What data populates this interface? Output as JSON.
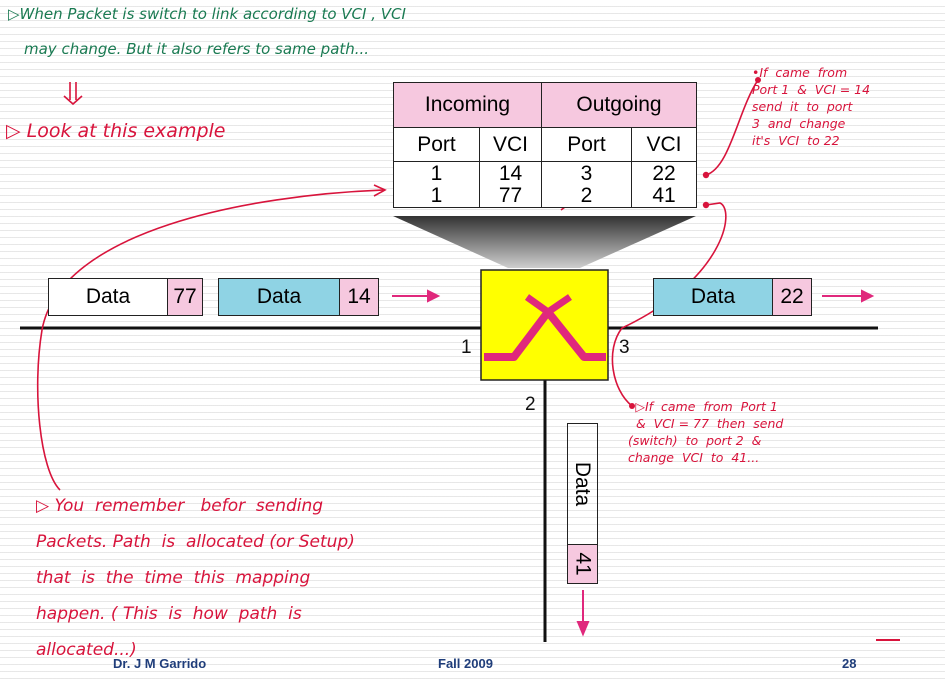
{
  "notes": {
    "line1": "▷When  Packet  is  switch  to  link  according to  VCI , VCI",
    "line2": "may  change. But  it  also  refers  to  same  path...",
    "look": "▷ Look  at  this  example",
    "right_top": "•If  came  from\nPort 1  &  VCI = 14\nsend  it  to  port\n3  and  change\nit's  VCI  to 22",
    "right_bottom": "•▷If  came  from  Port 1\n  &  VCI = 77  then  send\n(switch)  to  port 2  &\nchange  VCI  to  41...",
    "left_bottom": "▷ You  remember   befor  sending\nPackets. Path  is  allocated (or Setup)\nthat  is  the  time  this  mapping\nhappen. ( This  is  how  path  is\nallocated...)"
  },
  "table": {
    "incoming": "Incoming",
    "outgoing": "Outgoing",
    "port": "Port",
    "vci": "VCI",
    "rows": [
      {
        "in_port": "1",
        "in_vci": "14",
        "out_port": "3",
        "out_vci": "22"
      },
      {
        "in_port": "1",
        "in_vci": "77",
        "out_port": "2",
        "out_vci": "41"
      }
    ]
  },
  "packets": {
    "data": "Data",
    "left_far_vci": "77",
    "left_near_vci": "14",
    "right_vci": "22",
    "down_vci": "41"
  },
  "ports": {
    "left": "1",
    "right": "3",
    "bottom": "2"
  },
  "footer": {
    "author": "Dr.  J M Garrido",
    "term": "Fall 2009",
    "page": "28"
  },
  "colors": {
    "ink": "#d8143c",
    "green_ink": "#1a7a52",
    "switch": "#ffff00",
    "switch_mark": "#e0287c",
    "pink": "#f6c8df",
    "blue": "#8fd3e4"
  }
}
